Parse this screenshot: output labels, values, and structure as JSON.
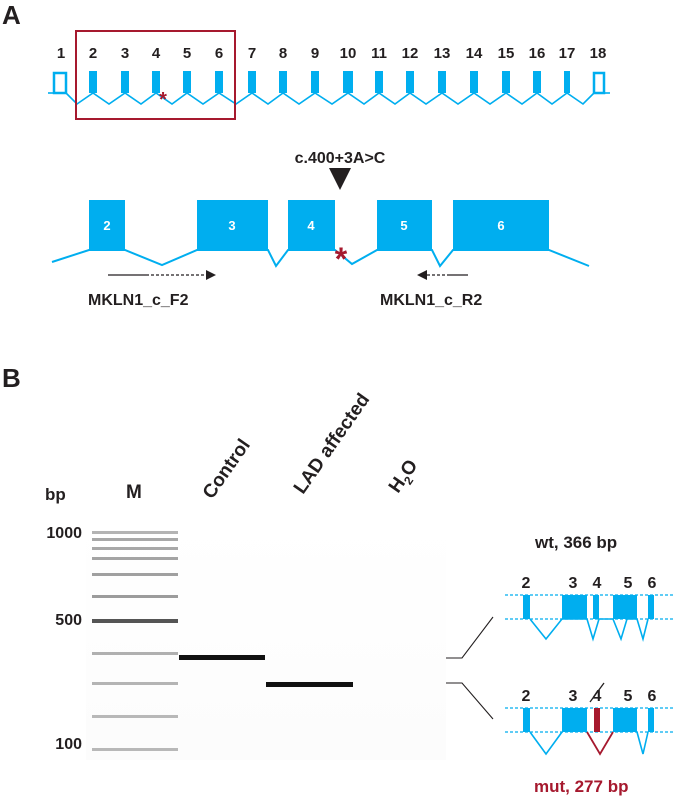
{
  "colors": {
    "exon": "#00aeef",
    "mutation": "#a6192e",
    "text": "#231f20",
    "white": "#ffffff"
  },
  "panel_a": {
    "label": "A",
    "exon_numbers": [
      "1",
      "2",
      "3",
      "4",
      "5",
      "6",
      "7",
      "8",
      "9",
      "10",
      "11",
      "12",
      "13",
      "14",
      "15",
      "16",
      "17",
      "18"
    ],
    "mutation_marker": "*",
    "variant_label": "c.400+3A>C",
    "zoom_exons": [
      "2",
      "3",
      "4",
      "5",
      "6"
    ],
    "primer_forward": "MKLN1_c_F2",
    "primer_reverse": "MKLN1_c_R2"
  },
  "panel_b": {
    "label": "B",
    "bp_label": "bp",
    "marker_label": "M",
    "lane_labels": {
      "control": "Control",
      "affected": "LAD affected",
      "water_main": "H",
      "water_sub": "2",
      "water_tail": "O"
    },
    "size_labels": [
      "1000",
      "500",
      "100"
    ],
    "wt": {
      "label": "wt, 366 bp",
      "exons": [
        "2",
        "3",
        "4",
        "5",
        "6"
      ]
    },
    "mut": {
      "label": "mut, 277 bp",
      "exons": [
        "2",
        "3",
        "4",
        "5",
        "6"
      ]
    }
  }
}
